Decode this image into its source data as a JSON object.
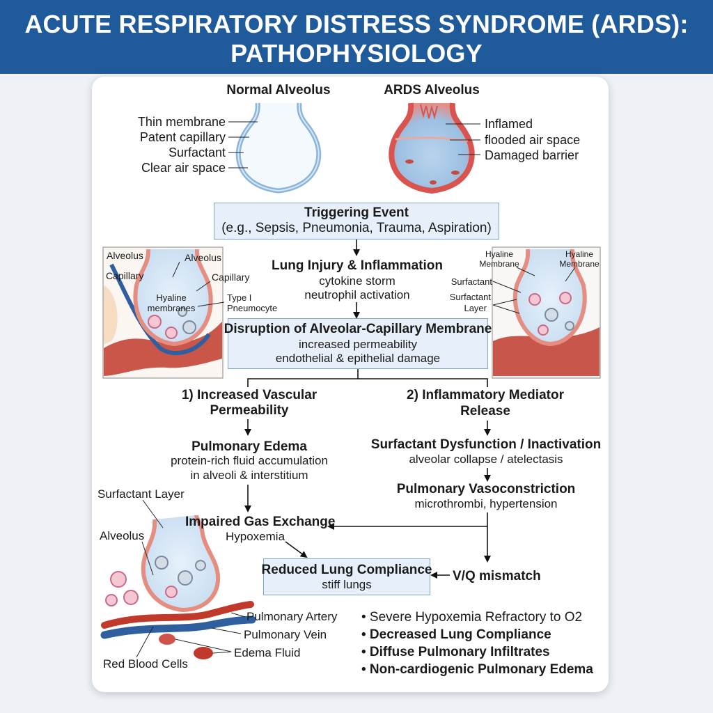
{
  "title": {
    "line1": "ACUTE RESPIRATORY DISTRESS SYNDROME (ARDS):",
    "line2": "PATHOPHYSIOLOGY"
  },
  "normal_alveolus": {
    "title": "Normal Alveolus",
    "labels": [
      "Thin membrane",
      "Patent capillary",
      "Surfactant",
      "Clear air space"
    ]
  },
  "ards_alveolus": {
    "title": "ARDS Alveolus",
    "labels": [
      "Inflamed",
      "flooded air space",
      "Damaged barrier"
    ]
  },
  "trigger": {
    "title": "Triggering Event",
    "detail": "(e.g., Sepsis, Pneumonia, Trauma, Aspiration)"
  },
  "injury": {
    "title": "Lung Injury & Inflammation",
    "line1": "cytokine storm",
    "line2": "neutrophil activation"
  },
  "disruption": {
    "title": "Disruption of Alveolar-Capillary Membrane",
    "line1": "increased permeability",
    "line2": "endothelial & epithelial damage"
  },
  "left_inset": {
    "alveolus_a": "Alveolus",
    "alveolus_b": "Alveolus",
    "capillary_a": "Capillary",
    "capillary_b": "Capillary",
    "hyaline_1": "Hyaline",
    "hyaline_2": "membranes",
    "type1_1": "Type I",
    "type1_2": "Pneumocyte"
  },
  "right_inset": {
    "hyaline_a1": "Hyaline",
    "hyaline_a2": "Membrane",
    "hyaline_b1": "Hyaline",
    "hyaline_b2": "Membrane",
    "surfactant": "Surfactant",
    "surf_layer1": "Surfactant",
    "surf_layer2": "Layer"
  },
  "branch1": {
    "line1": "1) Increased Vascular",
    "line2": "Permeability"
  },
  "branch2": {
    "line1": "2) Inflammatory Mediator",
    "line2": "Release"
  },
  "edema": {
    "title": "Pulmonary Edema",
    "line1": "protein-rich fluid accumulation",
    "line2": "in alveoli & interstitium"
  },
  "surfactant_dys": {
    "title": "Surfactant Dysfunction / Inactivation",
    "line1": "alveolar collapse / atelectasis"
  },
  "vasoconstriction": {
    "title": "Pulmonary Vasoconstriction",
    "line1": "microthrombi, hypertension"
  },
  "gas_exchange": {
    "title": "Impaired Gas Exchange",
    "line1": "Hypoxemia"
  },
  "compliance": {
    "title": "Reduced Lung Compliance",
    "line1": "stiff lungs"
  },
  "vq": "V/Q mismatch",
  "bottom_illustration": {
    "surfactant_layer": "Surfactant Layer",
    "alveolus": "Alveolus",
    "artery": "Pulmonary Artery",
    "vein": "Pulmonary Vein",
    "edema_fluid": "Edema Fluid",
    "rbc": "Red Blood Cells"
  },
  "summary": [
    "• Severe Hypoxemia Refractory to O2",
    "• Decreased Lung Compliance",
    "• Diffuse Pulmonary Infiltrates",
    "• Non-cardiogenic Pulmonary Edema"
  ],
  "colors": {
    "banner": "#1f5a9a",
    "box_fill": "#e7f0fa",
    "box_border": "#7fa6cc",
    "inflamed": "#d9534f",
    "vessel_red": "#c0392b",
    "vessel_blue": "#2f5f9e"
  }
}
